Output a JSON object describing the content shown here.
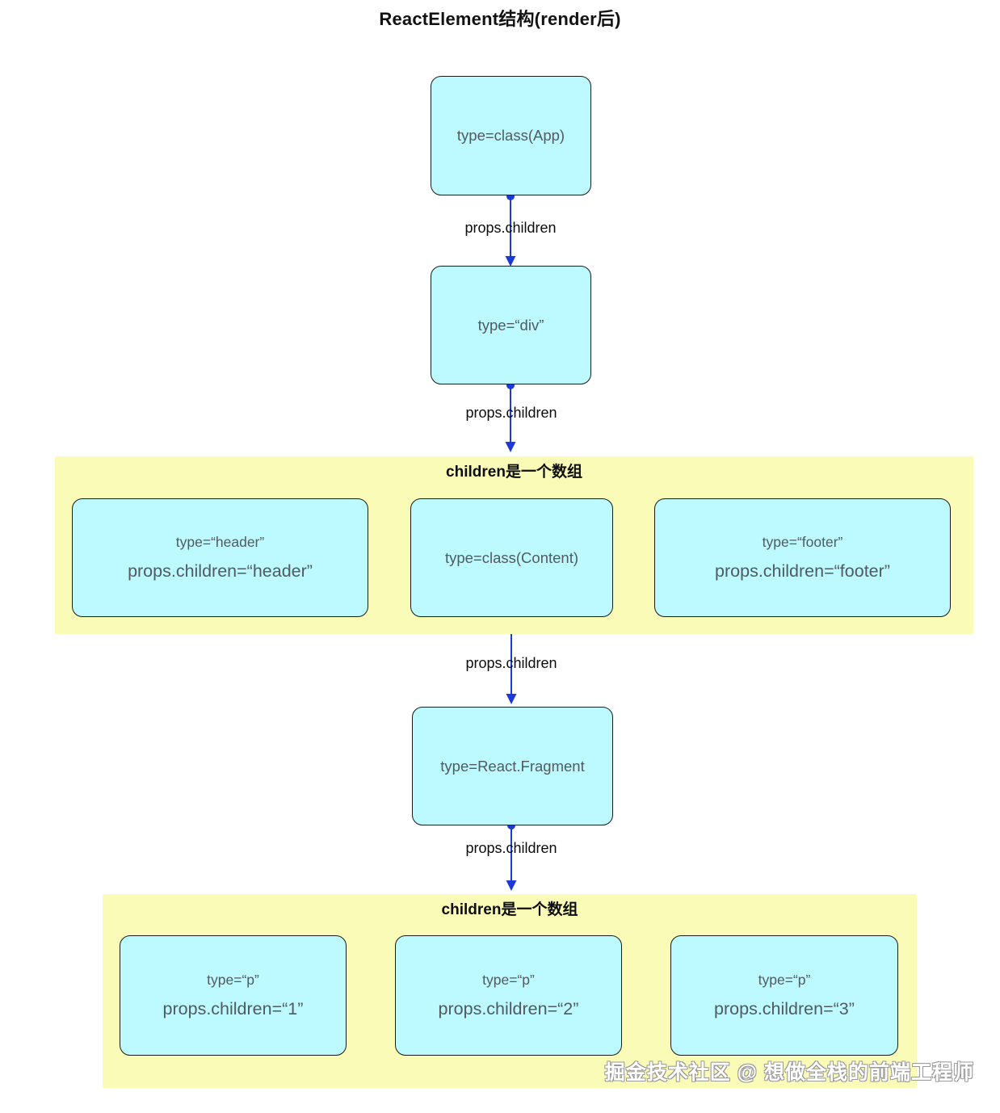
{
  "title": "ReactElement结构(render后)",
  "nodes": {
    "app": {
      "line1": "type=class(App)"
    },
    "div": {
      "line1": "type=“div”"
    },
    "header": {
      "line1": "type=“header”",
      "line2": "props.children=“header”"
    },
    "content": {
      "line1": "type=class(Content)"
    },
    "footer": {
      "line1": "type=“footer”",
      "line2": "props.children=“footer”"
    },
    "fragment": {
      "line1": "type=React.Fragment"
    },
    "p1": {
      "line1": "type=“p”",
      "line2": "props.children=“1”"
    },
    "p2": {
      "line1": "type=“p”",
      "line2": "props.children=“2”"
    },
    "p3": {
      "line1": "type=“p”",
      "line2": "props.children=“3”"
    }
  },
  "groups": [
    {
      "title": "children是一个数组"
    },
    {
      "title": "children是一个数组"
    }
  ],
  "edges": [
    {
      "label": "props.children"
    },
    {
      "label": "props.children"
    },
    {
      "label": "props.children"
    },
    {
      "label": "props.children"
    }
  ],
  "watermark": "掘金技术社区 @ 想做全栈的前端工程师",
  "colors": {
    "node_fill": "#bdfaff",
    "group_fill": "#fbfbb8",
    "node_border": "#1b1b1b",
    "node_text": "#515a60",
    "arrow_blue": "#1e3ad6",
    "label_text": "#0c0c0c",
    "watermark_fill": "#ffffff",
    "watermark_outline": "#9a9a9a"
  }
}
